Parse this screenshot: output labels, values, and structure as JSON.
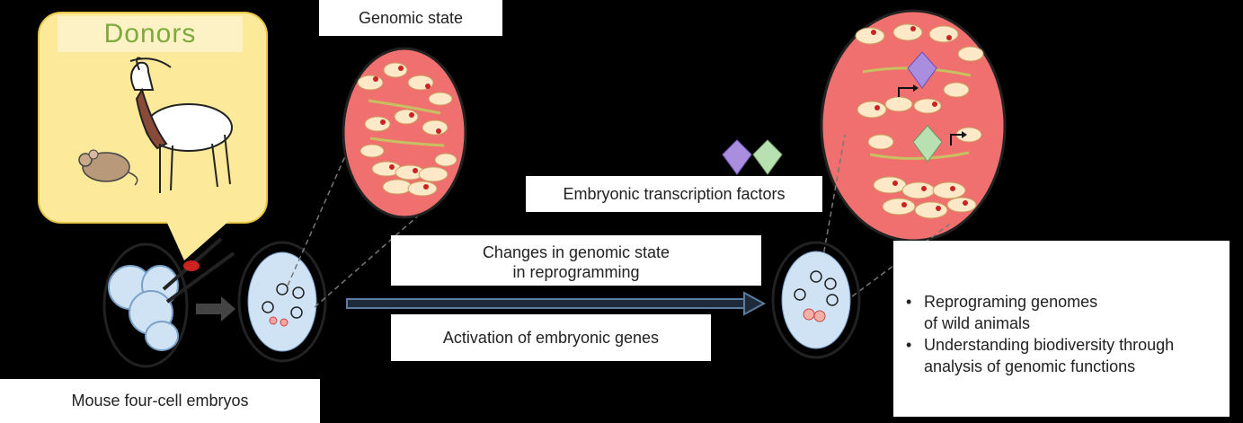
{
  "donors": {
    "title": "Donors"
  },
  "labels": {
    "genomic_state": "Genomic state",
    "transcription_factors": "Embryonic transcription factors",
    "changes_line1": "Changes in genomic state",
    "changes_line2": "in reprogramming",
    "activation": "Activation of embryonic genes",
    "mouse_embryos": "Mouse four-cell embryos"
  },
  "outcomes": {
    "bullet": "•",
    "items": [
      {
        "line1": "Reprograming genomes",
        "line2": "of wild animals"
      },
      {
        "line1": "Understanding biodiversity through",
        "line2": "analysis of genomic functions"
      }
    ]
  },
  "colors": {
    "background": "#000000",
    "bubble": "#fde99a",
    "donors_text": "#7daa3c",
    "nucleus_fill": "#f07070",
    "cell_fill": "#cfe3f5",
    "arrow": "#4a6b8c",
    "tf_purple": "#a98ee0",
    "tf_green": "#b9e0b0"
  }
}
